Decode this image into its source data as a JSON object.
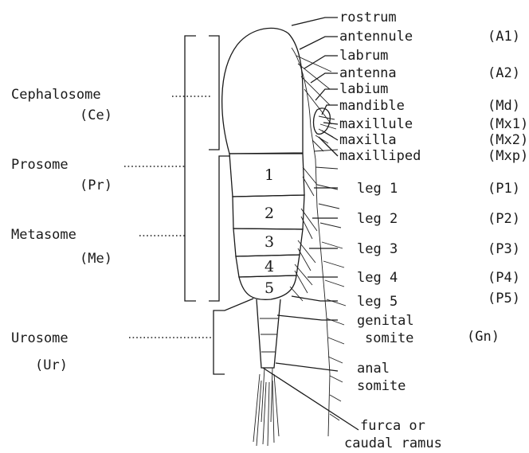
{
  "left_labels": {
    "cephalosome": "Cephalosome",
    "cephalosome_abbr": "(Ce)",
    "prosome": "Prosome",
    "prosome_abbr": "(Pr)",
    "metasome": "Metasome",
    "metasome_abbr": "(Me)",
    "urosome": "Urosome",
    "urosome_abbr": "(Ur)"
  },
  "segment_numbers": [
    "1",
    "2",
    "3",
    "4",
    "5"
  ],
  "right_labels": [
    {
      "name": "rostrum",
      "abbr": ""
    },
    {
      "name": "antennule",
      "abbr": "(A1)"
    },
    {
      "name": "labrum",
      "abbr": ""
    },
    {
      "name": "antenna",
      "abbr": "(A2)"
    },
    {
      "name": "labium",
      "abbr": ""
    },
    {
      "name": "mandible",
      "abbr": "(Md)"
    },
    {
      "name": "maxillule",
      "abbr": "(Mx1)"
    },
    {
      "name": "maxilla",
      "abbr": "(Mx2)"
    },
    {
      "name": "maxilliped",
      "abbr": "(Mxp)"
    },
    {
      "name": "leg 1",
      "abbr": "(P1)"
    },
    {
      "name": "leg 2",
      "abbr": "(P2)"
    },
    {
      "name": "leg 3",
      "abbr": "(P3)"
    },
    {
      "name": "leg 4",
      "abbr": "(P4)"
    },
    {
      "name": "leg 5",
      "abbr": "(P5)"
    }
  ],
  "genital": {
    "line1": "genital",
    "line2": "somite",
    "abbr": "(Gn)"
  },
  "anal": {
    "line1": "anal",
    "line2": "somite"
  },
  "furca": {
    "line1": "furca or",
    "line2": "caudal ramus"
  }
}
